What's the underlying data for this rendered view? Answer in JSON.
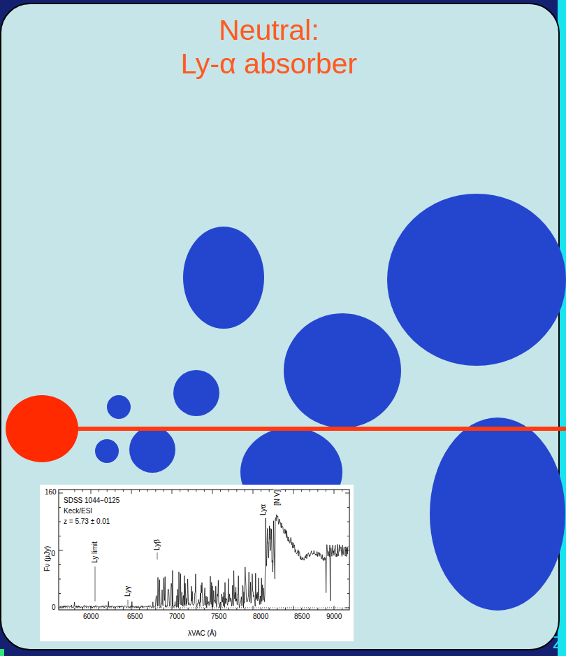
{
  "diagram": {
    "title": "Neutral: Ly-α absorber",
    "labels": [
      "SDSS 1044−0125",
      "Keck/ESI",
      "z = 5.73 ± 0.01",
      "Ly limit",
      "Lyγ",
      "Lyβ",
      "Lyα",
      "[N V]",
      "160",
      "80",
      "0",
      "6000",
      "6500",
      "7000",
      "7500",
      "8000",
      "8500",
      "9000",
      "Fν (μJy)",
      "λVAC (Å)",
      "Z"
    ]
  }
}
